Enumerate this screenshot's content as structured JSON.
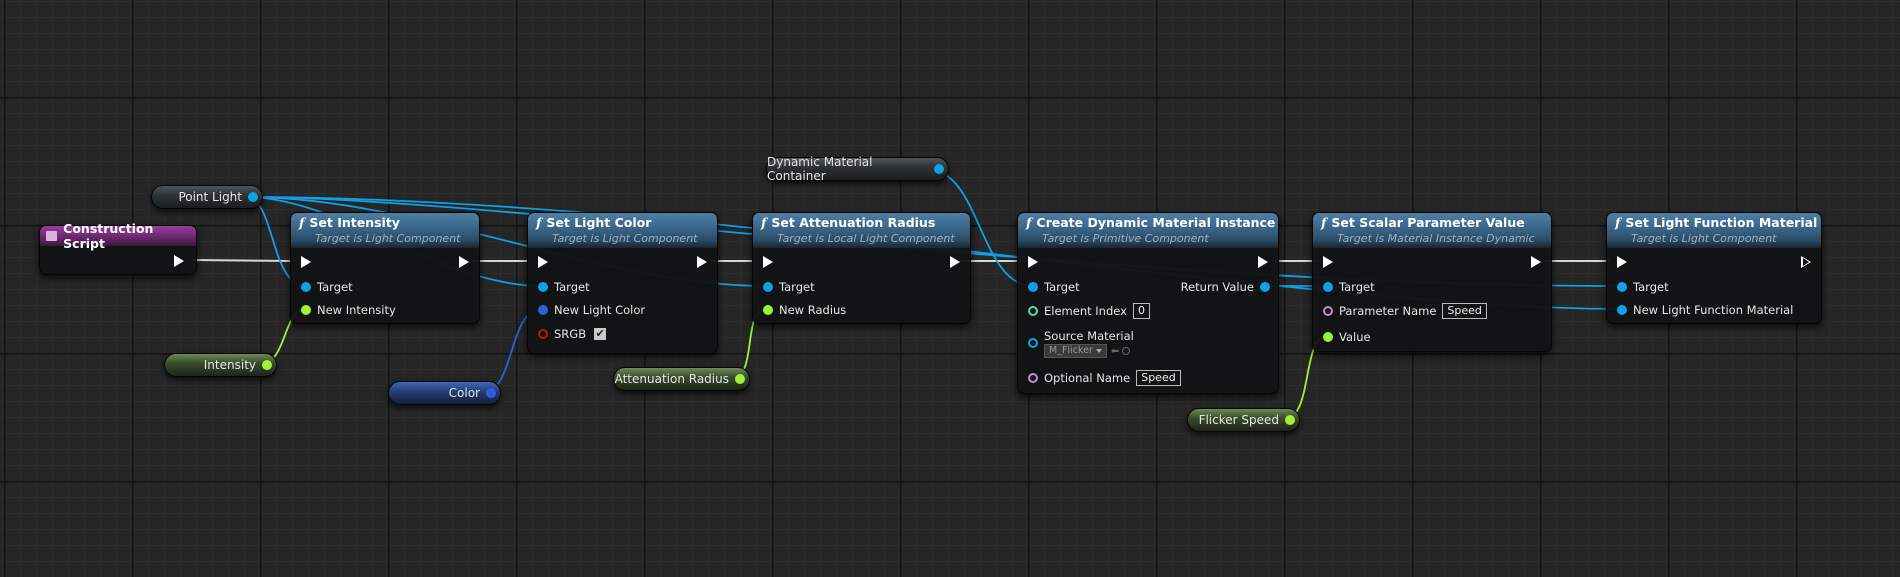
{
  "event": {
    "title": "Construction Script"
  },
  "getters": {
    "point_light": "Point Light",
    "intensity": "Intensity",
    "color": "Color",
    "attenuation_radius": "Attenuation Radius",
    "dynamic_material_container": "Dynamic Material Container",
    "flicker_speed": "Flicker Speed"
  },
  "nodes": {
    "set_intensity": {
      "title": "Set Intensity",
      "subtitle": "Target is Light Component",
      "pins": {
        "target": "Target",
        "value": "New Intensity"
      }
    },
    "set_light_color": {
      "title": "Set Light Color",
      "subtitle": "Target is Light Component",
      "pins": {
        "target": "Target",
        "value": "New Light Color",
        "srgb": "SRGB"
      },
      "srgb_checked": "✔"
    },
    "set_attenuation_radius": {
      "title": "Set Attenuation Radius",
      "subtitle": "Target is Local Light Component",
      "pins": {
        "target": "Target",
        "value": "New Radius"
      }
    },
    "create_dmi": {
      "title": "Create Dynamic Material Instance",
      "subtitle": "Target is Primitive Component",
      "pins": {
        "target": "Target",
        "return_value": "Return Value",
        "element_index": "Element Index",
        "source_material": "Source Material",
        "optional_name": "Optional Name"
      },
      "element_index_value": "0",
      "source_material_value": "M_Flicker",
      "optional_name_value": "Speed"
    },
    "set_scalar_param": {
      "title": "Set Scalar Parameter Value",
      "subtitle": "Target is Material Instance Dynamic",
      "pins": {
        "target": "Target",
        "parameter_name": "Parameter Name",
        "value": "Value"
      },
      "parameter_name_value": "Speed"
    },
    "set_light_function_material": {
      "title": "Set Light Function Material",
      "subtitle": "Target is Light Component",
      "pins": {
        "target": "Target",
        "value": "New Light Function Material"
      }
    }
  },
  "colors": {
    "exec_wire": "#d8d8d8",
    "object_wire": "#0ea0e8",
    "float_wire": "#a3f03c",
    "color_wire": "#2d5fd8",
    "function_header": "#3b6689",
    "event_header": "#7a2f7e"
  }
}
